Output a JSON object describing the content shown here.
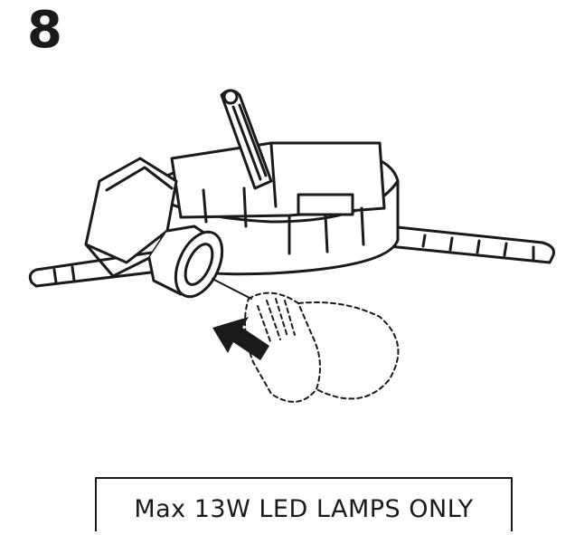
{
  "step": {
    "number": "8"
  },
  "notice": {
    "text": "Max 13W LED LAMPS ONLY"
  },
  "colors": {
    "ink": "#1a1a1a",
    "background": "#ffffff"
  },
  "icons": [
    "fixture-housing",
    "bracket-arm",
    "lamp-socket",
    "led-bulb-dashed",
    "insert-arrow-icon"
  ]
}
